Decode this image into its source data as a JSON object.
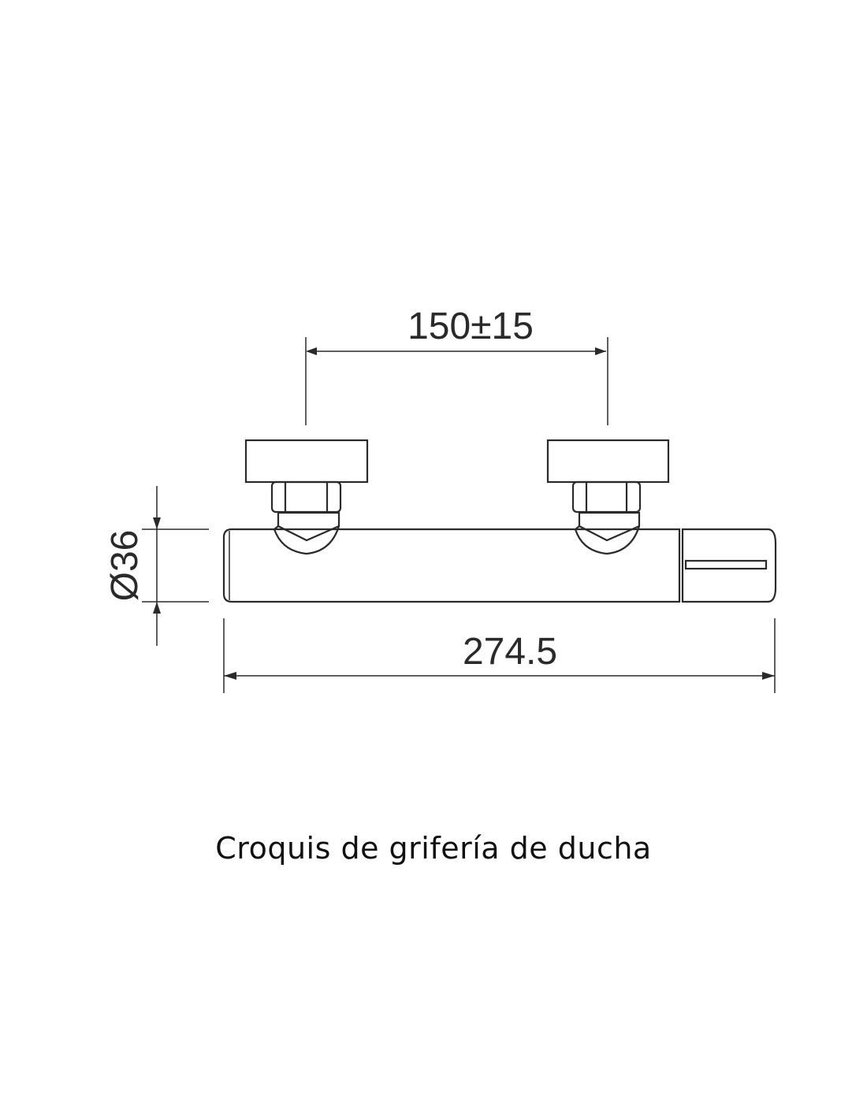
{
  "diagram": {
    "dimensions": {
      "handle_spacing": "150±15",
      "diameter": "Ø36",
      "total_length": "274.5"
    },
    "caption": "Croquis de grifería de ducha"
  }
}
